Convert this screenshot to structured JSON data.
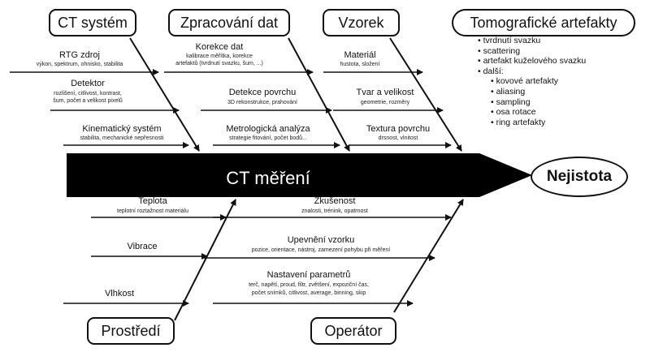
{
  "spine": {
    "label": "CT měření"
  },
  "effect": {
    "label": "Nejistota"
  },
  "categories": {
    "ct_system": "CT systém",
    "data_processing": "Zpracování dat",
    "sample": "Vzorek",
    "artifacts": "Tomografické artefakty",
    "environment": "Prostředí",
    "operator": "Operátor"
  },
  "causes": {
    "ct_system": [
      {
        "title": "RTG zdroj",
        "detail": [
          "výkon, spektrum, ohnisko, stabilita"
        ]
      },
      {
        "title": "Detektor",
        "detail": [
          "rozlišení, citlivost, kontrast,",
          "šum, počet a velikost pixelů"
        ]
      },
      {
        "title": "Kinematický systém",
        "detail": [
          "stabilita, mechanické nepřesnosti"
        ]
      }
    ],
    "data_processing": [
      {
        "title": "Korekce dat",
        "detail": [
          "kalibrace měřítka, korekce",
          "artefaktů (tvrdnutí svazku, šum, ...)"
        ]
      },
      {
        "title": "Detekce povrchu",
        "detail": [
          "3D rekonstrukce, prahování"
        ]
      },
      {
        "title": "Metrologická analýza",
        "detail": [
          "strategie fitování, počet bodů..."
        ]
      }
    ],
    "sample": [
      {
        "title": "Materiál",
        "detail": [
          "hustota, složení"
        ]
      },
      {
        "title": "Tvar a velikost",
        "detail": [
          "geometrie, rozměry"
        ]
      },
      {
        "title": "Textura povrchu",
        "detail": [
          "drsnost, vlnitost"
        ]
      }
    ],
    "environment": [
      {
        "title": "Teplota",
        "detail": [
          "teplotní roztažnost materiálu"
        ]
      },
      {
        "title": "Vibrace",
        "detail": []
      },
      {
        "title": "Vlhkost",
        "detail": []
      }
    ],
    "operator": [
      {
        "title": "Zkušenost",
        "detail": [
          "znalosti, trénink, opatrnost"
        ]
      },
      {
        "title": "Upevnění vzorku",
        "detail": [
          "pozice, orientace, nástroj, zamezení pohybu při měření"
        ]
      },
      {
        "title": "Nastavení parametrů",
        "detail": [
          "terč, napětí, proud, filtr, zvětšení, expoziční čas,",
          "počet snímků, citlivost, average, binning, skip"
        ]
      }
    ]
  },
  "artifacts_list": {
    "items": [
      "tvrdnutí svazku",
      "scattering",
      "artefakt kuželového svazku",
      "další:"
    ],
    "sub_items": [
      "kovové artefakty",
      "aliasing",
      "sampling",
      "osa rotace",
      "ring artefakty"
    ]
  }
}
